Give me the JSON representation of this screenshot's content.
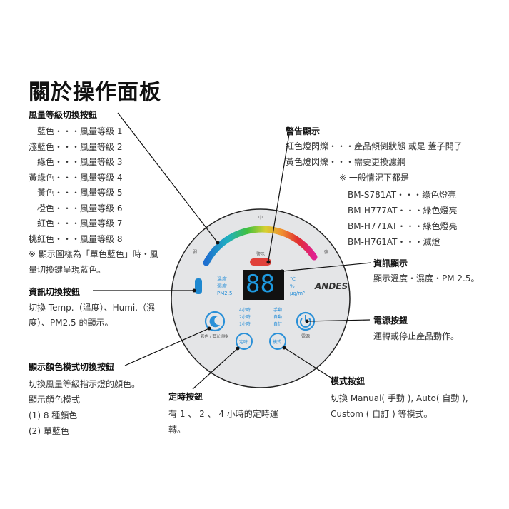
{
  "title": "關於操作面板",
  "fan": {
    "heading": "風量等級切換按鈕",
    "items": [
      "　藍色・・・風量等級 1",
      "淺藍色・・・風量等級 2",
      "　綠色・・・風量等級 3",
      "黃綠色・・・風量等級 4",
      "　黃色・・・風量等級 5",
      "　橙色・・・風量等級 6",
      "　紅色・・・風量等級 7",
      "桃紅色・・・風量等級 8"
    ],
    "note1": "※ 顯示圖樣為「單色藍色」時・風",
    "note2": "量切換鍵呈現藍色。"
  },
  "warning": {
    "heading": "警告顯示",
    "line1": "紅色燈閃爍・・・產品傾倒狀態 或是 蓋子開了",
    "line2": "黃色燈閃爍・・・需要更換濾網",
    "line3": "※ 一般情況下都是",
    "models": [
      "BM-S781AT・・・綠色燈亮",
      "BM-H777AT・・・綠色燈亮",
      "BM-H771AT・・・綠色燈亮",
      "BM-H761AT・・・滅燈"
    ]
  },
  "info_display": {
    "heading": "資訊顯示",
    "desc": "顯示溫度・濕度・PM 2.5。"
  },
  "info_switch": {
    "heading": "資訊切換按鈕",
    "line1": "切換 Temp.（溫度）、Humi.（濕",
    "line2": "度）、PM2.5 的顯示。"
  },
  "power": {
    "heading": "電源按鈕",
    "desc": "運轉或停止產品動作。"
  },
  "color_mode": {
    "heading": "顯示顏色模式切換按鈕",
    "line1": "切換風量等級指示燈的顏色。",
    "line2": "顯示顏色模式",
    "line3": "(1) 8 種顏色",
    "line4": "(2) 單藍色"
  },
  "timer": {
    "heading": "定時按鈕",
    "line1": "有 1 、 2 、 4 小時的定時運",
    "line2": "轉。"
  },
  "mode": {
    "heading": "模式按鈕",
    "line1": "切換 Manual( 手動 ), Auto( 自動 ),",
    "line2": "Custom ( 自訂 ) 等模式。"
  },
  "panel": {
    "weak": "弱",
    "mid": "中",
    "strong": "強",
    "warn": "警示",
    "display": "88",
    "sensors": [
      "溫度",
      "濕度",
      "PM2.5"
    ],
    "units": [
      "℃",
      "%",
      "μg/m³"
    ],
    "brand": "ANDES",
    "timer_opts": [
      "4小時",
      "2小時",
      "1小時"
    ],
    "mode_opts": [
      "手動",
      "自動",
      "自訂"
    ],
    "color_btn_label": "彩色 / 藍光切換",
    "timer_btn": "定時",
    "mode_btn": "模式",
    "power_label": "電源"
  }
}
